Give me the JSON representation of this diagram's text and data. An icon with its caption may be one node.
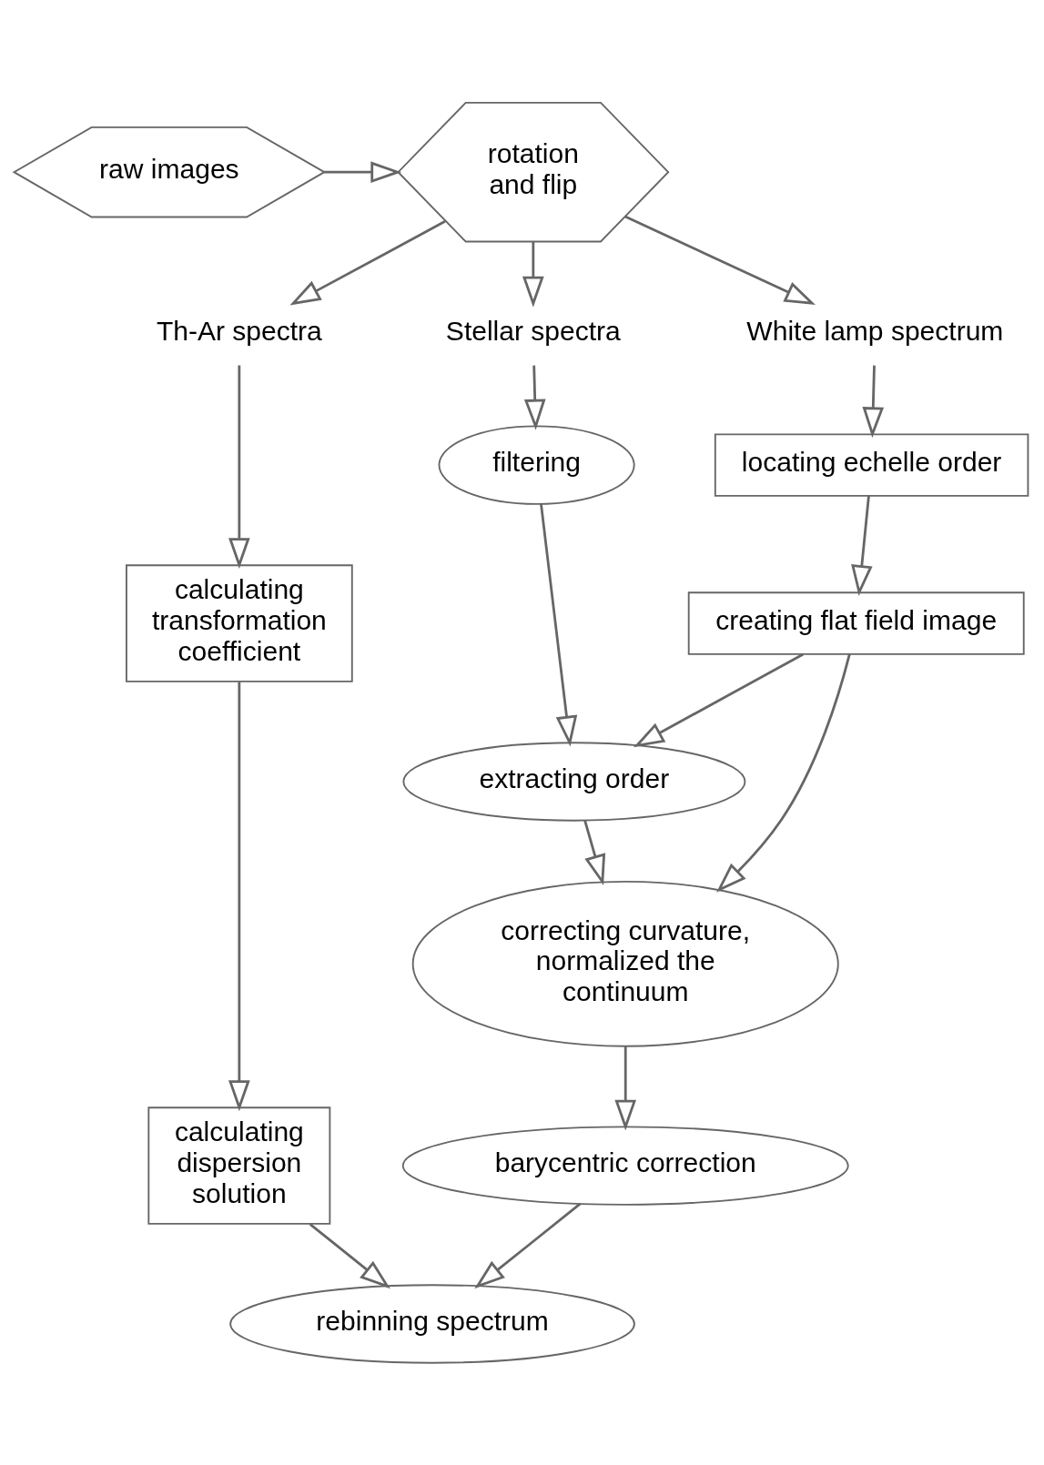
{
  "diagram": {
    "nodes": [
      {
        "text": [
          "raw images"
        ]
      },
      {
        "text": [
          "rotation and flip"
        ]
      },
      {
        "text": [
          "Th-Ar spectra"
        ]
      },
      {
        "text": [
          "Stellar spectra"
        ]
      },
      {
        "text": [
          "White lamp spectrum"
        ]
      },
      {
        "text": [
          "calculating transformation coefficient"
        ]
      },
      {
        "text": [
          "filtering"
        ]
      },
      {
        "text": [
          "locating echelle order"
        ]
      },
      {
        "text": [
          "extracting order"
        ]
      },
      {
        "text": [
          "creating flat field image"
        ]
      },
      {
        "text": [
          "correcting curvature, normalized the continuum"
        ]
      },
      {
        "text": [
          "calculating dispersion solution"
        ]
      },
      {
        "text": [
          "barycentric correction"
        ]
      },
      {
        "text": [
          "rebinning spectrum"
        ]
      }
    ],
    "edges": [
      {
        "from": 0,
        "to": 1,
        "arrow": "to"
      },
      {
        "from": 1,
        "to": 2,
        "arrow": "to"
      },
      {
        "from": 1,
        "to": 3,
        "arrow": "to"
      },
      {
        "from": 1,
        "to": 4,
        "arrow": "to"
      },
      {
        "from": 2,
        "to": 5,
        "arrow": "to"
      },
      {
        "from": 3,
        "to": 6,
        "arrow": "to"
      },
      {
        "from": 4,
        "to": 7,
        "arrow": "to"
      },
      {
        "from": 5,
        "to": 11,
        "arrow": "to"
      },
      {
        "from": 6,
        "to": 8,
        "arrow": "to"
      },
      {
        "from": 7,
        "to": 9,
        "arrow": "to"
      },
      {
        "from": 9,
        "to": 8,
        "arrow": "to"
      },
      {
        "from": 9,
        "to": 10,
        "arrow": "to"
      },
      {
        "from": 8,
        "to": 10,
        "arrow": "to"
      },
      {
        "from": 10,
        "to": 12,
        "arrow": "to"
      },
      {
        "from": 12,
        "to": 13,
        "arrow": "to"
      },
      {
        "from": 11,
        "to": 13,
        "arrow": "to"
      }
    ]
  }
}
